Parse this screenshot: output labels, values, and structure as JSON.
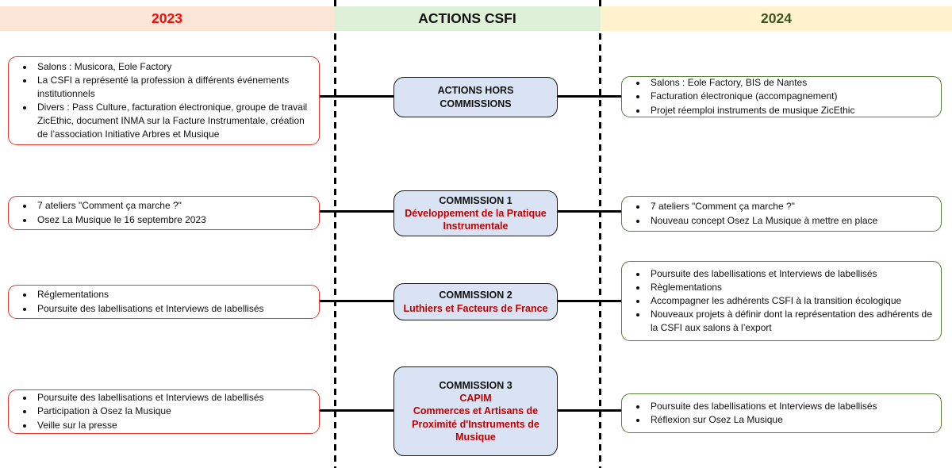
{
  "colors": {
    "peach": "#fbe5d6",
    "lightgreen": "#def0d8",
    "lightyellow": "#fff2cc",
    "red": "#fe0808",
    "darkred": "#c00000",
    "darkgreen": "#375623",
    "boxblue": "#dae3f3",
    "redborder": "#e8392f",
    "greenborder": "#538135"
  },
  "header": {
    "left_label": "2023",
    "center_label": "ACTIONS CSFI",
    "right_label": "2024"
  },
  "rows": [
    {
      "left_items": [
        "Salons : Musicora, Eole Factory",
        "La CSFI a représenté la profession à différents événements institutionnels",
        "Divers : Pass Culture, facturation électronique, groupe de travail ZicEthic, document INMA sur la Facture Instrumentale, création de l’association Initiative Arbres et Musique"
      ],
      "center": {
        "title": "ACTIONS HORS COMMISSIONS",
        "subtitle": ""
      },
      "right_items": [
        "Salons : Eole Factory, BIS de Nantes",
        "Facturation électronique (accompagnement)",
        "Projet réemploi instruments de musique ZicEthic"
      ]
    },
    {
      "left_items": [
        "7 ateliers \"Comment ça marche ?\"",
        "Osez La Musique le 16 septembre 2023"
      ],
      "center": {
        "title": "COMMISSION 1",
        "subtitle": "Développement de la Pratique Instrumentale"
      },
      "right_items": [
        "7 ateliers \"Comment ça marche ?\"",
        "Nouveau concept Osez La Musique à mettre en place"
      ]
    },
    {
      "left_items": [
        "Réglementations",
        "Poursuite des labellisations et Interviews de labellisés"
      ],
      "center": {
        "title": "COMMISSION 2",
        "subtitle": "Luthiers et Facteurs de France"
      },
      "right_items": [
        "Poursuite des labellisations et Interviews de labellisés",
        "Règlementations",
        "Accompagner les adhérents CSFI à la transition écologique",
        "Nouveaux projets à définir dont la représentation des adhérents de la CSFI aux salons à l’export"
      ]
    },
    {
      "left_items": [
        "Poursuite des labellisations et Interviews de labellisés",
        "Participation à Osez la Musique",
        "Veille sur la presse"
      ],
      "center": {
        "title": "COMMISSION 3",
        "subtitle": "CAPIM\nCommerces et Artisans de Proximité d'Instruments de Musique"
      },
      "right_items": [
        "Poursuite des labellisations et Interviews de labellisés",
        "Réflexion sur Osez La Musique"
      ]
    }
  ]
}
